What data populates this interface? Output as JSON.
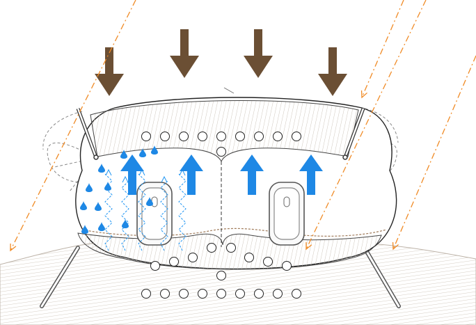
{
  "diagram": {
    "colors": {
      "down_arrow": "#6b4f34",
      "up_arrow": "#1e88e5",
      "droplet": "#1e88e5",
      "vapor_dash": "#2196f3",
      "sun_ray": "#f08a24",
      "hatch": "#cfc7bd",
      "outline": "#222222",
      "ground": "#e9e3dc",
      "bead": "#ffffff"
    },
    "icons": {
      "down_arrow": "down-arrow-icon",
      "up_arrow": "up-arrow-icon",
      "droplet": "water-droplet-icon",
      "sun_ray": "sun-ray-icon",
      "window": "window-icon",
      "bead": "bead-circle-icon"
    },
    "counts": {
      "down_arrows": 4,
      "up_arrows": 4,
      "droplets": 13,
      "vapor_lines": 5,
      "sun_rays": 4,
      "windows": 2,
      "beads_top_row": 9,
      "beads_bottom_row": 9
    }
  }
}
